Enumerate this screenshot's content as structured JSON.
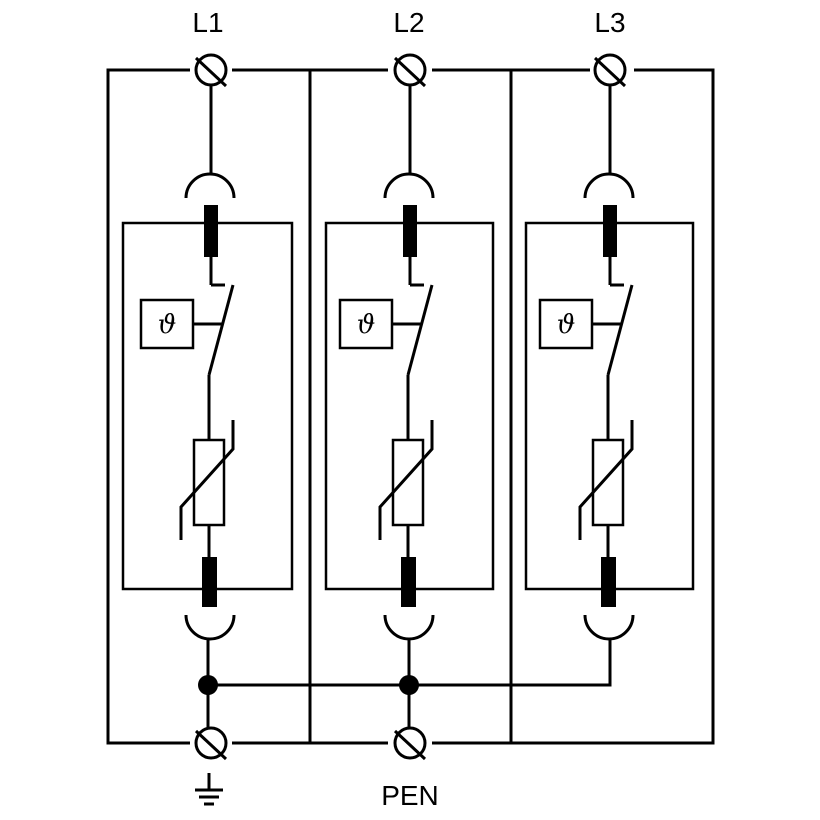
{
  "diagram": {
    "phases": [
      {
        "label": "L1",
        "thermal_symbol": "ϑ"
      },
      {
        "label": "L2",
        "thermal_symbol": "ϑ"
      },
      {
        "label": "L3",
        "thermal_symbol": "ϑ"
      }
    ],
    "bottom_label": "PEN",
    "ground_symbol": "earth-ground",
    "colors": {
      "line": "#000000",
      "background": "#ffffff"
    }
  }
}
